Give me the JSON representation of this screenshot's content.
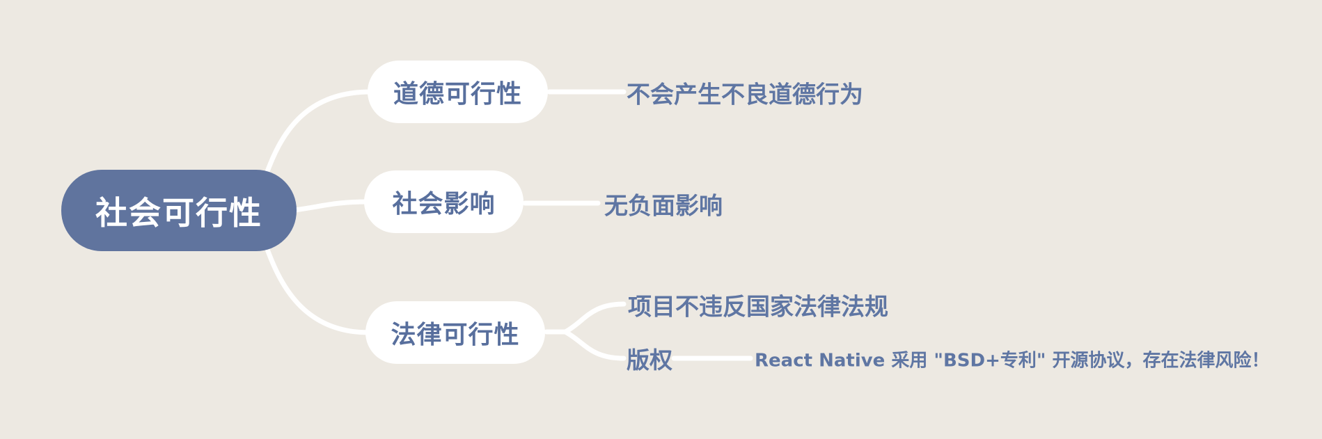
{
  "theme": {
    "background": "#EDE9E2",
    "root_fill": "#60749E",
    "root_text": "#FFFFFF",
    "node_fill": "#FFFFFF",
    "node_text": "#586F9D",
    "leaf_text": "#5F76A3",
    "connector": "#FFFFFF"
  },
  "mindmap": {
    "root": {
      "label": "社会可行性"
    },
    "branches": [
      {
        "label": "道德可行性",
        "leaf": "不会产生不良道德行为"
      },
      {
        "label": "社会影响",
        "leaf": "无负面影响"
      },
      {
        "label": "法律可行性",
        "children": [
          {
            "label": "项目不违反国家法律法规"
          },
          {
            "label": "版权",
            "leaf": "React Native 采用 \"BSD+专利\" 开源协议，存在法律风险！"
          }
        ]
      }
    ]
  }
}
